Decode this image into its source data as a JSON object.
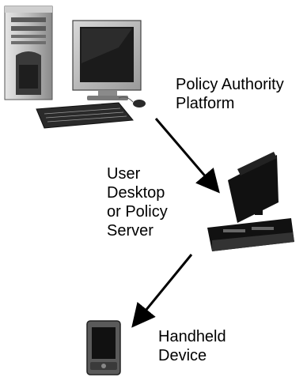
{
  "nodes": {
    "policy_authority": {
      "label": "Policy Authority\nPlatform",
      "icon": "desktop-tower-computer-icon"
    },
    "user_desktop": {
      "label": "User\nDesktop\nor Policy\nServer",
      "icon": "workstation-computer-icon"
    },
    "handheld": {
      "label": "Handheld\nDevice",
      "icon": "pda-handheld-icon"
    }
  },
  "edges": [
    {
      "from": "policy_authority",
      "to": "user_desktop"
    },
    {
      "from": "user_desktop",
      "to": "handheld"
    }
  ],
  "colors": {
    "line": "#000000",
    "background": "#ffffff"
  }
}
